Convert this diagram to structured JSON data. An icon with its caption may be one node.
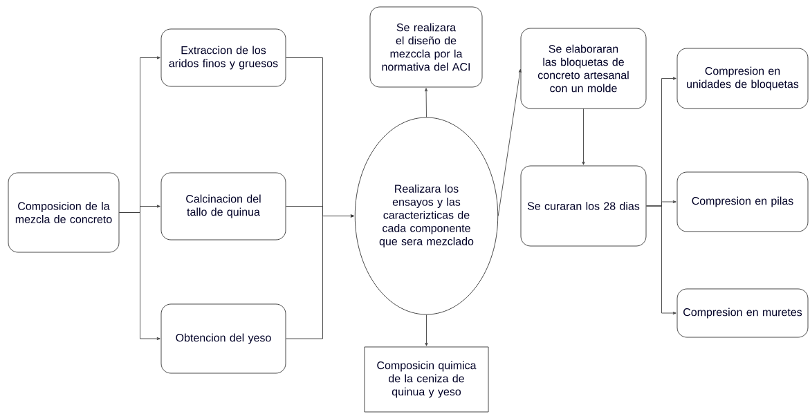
{
  "diagram": {
    "nodes": [
      {
        "text": [
          "Composicion de la mezcla de concreto"
        ]
      },
      {
        "text": [
          "Extraccion de los aridos finos y gruesos"
        ]
      },
      {
        "text": [
          "Calcinacion del tallo de quinua"
        ]
      },
      {
        "text": [
          "Obtencion del yeso"
        ]
      },
      {
        "text": [
          "Realizara los ensayos y las caracterizticas de cada componente que sera mezclado"
        ]
      },
      {
        "text": [
          "Se realizara el diseño de mezccla por la normativa del ACI"
        ]
      },
      {
        "text": [
          "Composicin quimica de la ceniza de quinua y yeso"
        ]
      },
      {
        "text": [
          "Se elaboraran las bloquetas de concreto artesanal con un molde"
        ]
      },
      {
        "text": [
          "Se curaran los 28 dias"
        ]
      },
      {
        "text": [
          "Compresion en unidades de bloquetas"
        ]
      },
      {
        "text": [
          "Compresion en pilas"
        ]
      },
      {
        "text": [
          "Compresion en muretes"
        ]
      }
    ],
    "edges": [
      {
        "from": 0,
        "to": 1,
        "arrow": "to"
      },
      {
        "from": 0,
        "to": 2,
        "arrow": "to"
      },
      {
        "from": 0,
        "to": 3,
        "arrow": "to"
      },
      {
        "from": 1,
        "to": 4,
        "arrow": "to"
      },
      {
        "from": 2,
        "to": 4,
        "arrow": "to"
      },
      {
        "from": 3,
        "to": 4,
        "arrow": "to"
      },
      {
        "from": 4,
        "to": 5,
        "arrow": "to"
      },
      {
        "from": 4,
        "to": 6,
        "arrow": "to"
      },
      {
        "from": 4,
        "to": 7,
        "arrow": "to"
      },
      {
        "from": 7,
        "to": 8,
        "arrow": "to"
      },
      {
        "from": 8,
        "to": 9,
        "arrow": "to"
      },
      {
        "from": 8,
        "to": 10,
        "arrow": "to"
      },
      {
        "from": 8,
        "to": 11,
        "arrow": "to"
      }
    ]
  }
}
